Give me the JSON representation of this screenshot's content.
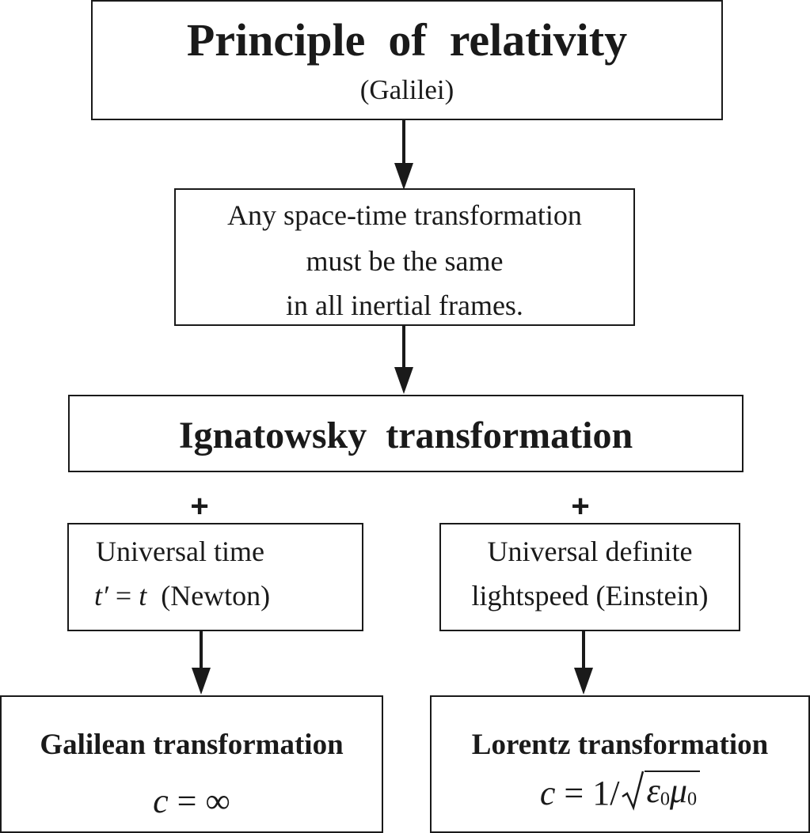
{
  "diagram": {
    "principle": {
      "title": "Principle  of  relativity",
      "subtitle": "(Galilei)"
    },
    "requirement": {
      "lines": [
        "Any space-time transformation",
        "must be the same",
        "in all inertial frames."
      ]
    },
    "ignatowsky": {
      "title": "Ignatowsky  transformation"
    },
    "plus_symbol": "+",
    "universal_time": {
      "line1": "Universal time",
      "var_t_prime": "t′",
      "equals": " = ",
      "var_t": "t",
      "attribution": "  (Newton)"
    },
    "universal_lightspeed": {
      "line1": "Universal definite",
      "line2": "lightspeed (Einstein)"
    },
    "galilean": {
      "title": "Galilean transformation",
      "var_c": "c",
      "equals": " = ",
      "infinity": "∞"
    },
    "lorentz": {
      "title": "Lorentz transformation",
      "var_c": "c",
      "equals": " = ",
      "numerator": "1/",
      "epsilon": "ε",
      "mu": "μ",
      "subscript": "0"
    }
  }
}
